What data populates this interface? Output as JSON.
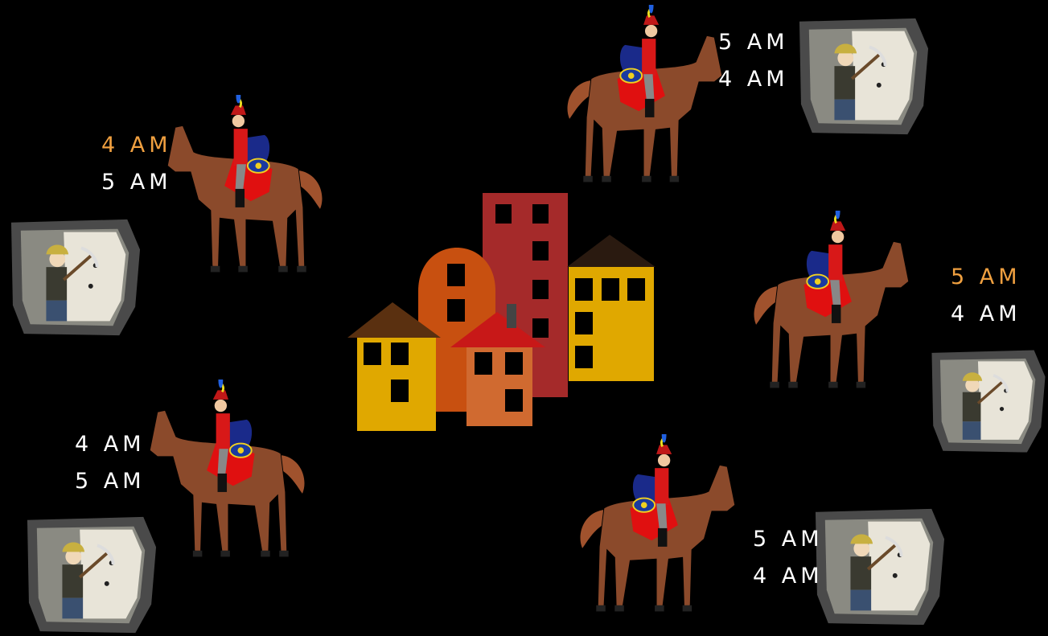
{
  "accent_color": "#f0a040",
  "text_color": "#ffffff",
  "icons": [
    "building-cluster-icon",
    "horseman-icon",
    "miner-icon"
  ],
  "groups": [
    {
      "id": "upper-left",
      "times": [
        "4 AM",
        "5 AM"
      ],
      "highlight": 0
    },
    {
      "id": "top-center",
      "times": [
        "5 AM",
        "4 AM"
      ],
      "highlight": -1
    },
    {
      "id": "right",
      "times": [
        "5 AM",
        "4 AM"
      ],
      "highlight": 0
    },
    {
      "id": "lower-left",
      "times": [
        "4 AM",
        "5 AM"
      ],
      "highlight": -1
    },
    {
      "id": "lower-right",
      "times": [
        "5 AM",
        "4 AM"
      ],
      "highlight": -1
    }
  ]
}
